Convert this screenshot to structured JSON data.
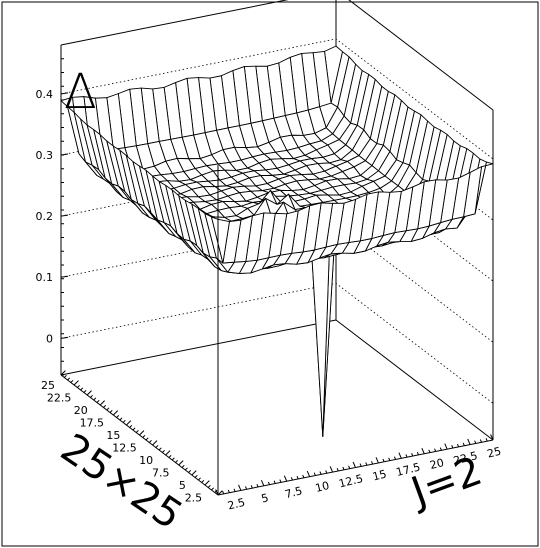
{
  "chart_data": {
    "type": "surface",
    "title": "",
    "delta_symbol": "Δ",
    "x_axis_label": "25×25",
    "y_axis_label": "J=2",
    "z_ticks": [
      "0",
      "0.1",
      "0.2",
      "0.3",
      "0.4"
    ],
    "x_ticks": [
      "2.5",
      "5",
      "7.5",
      "10",
      "12.5",
      "15",
      "17.5",
      "20",
      "22.5",
      "25"
    ],
    "y_ticks": [
      "2.5",
      "5",
      "7.5",
      "10",
      "12.5",
      "15",
      "17.5",
      "20",
      "22.5",
      "25"
    ],
    "grid_size": [
      25,
      25
    ],
    "xlim": [
      1,
      25
    ],
    "ylim": [
      1,
      25
    ],
    "zlim": [
      -0.06,
      0.48
    ],
    "surface": {
      "edge_rise": 0.12,
      "bulk_level": 0.26,
      "center_bump": 0.04,
      "defect_dip_value": -0.05,
      "defect_site": [
        6,
        13
      ]
    }
  }
}
